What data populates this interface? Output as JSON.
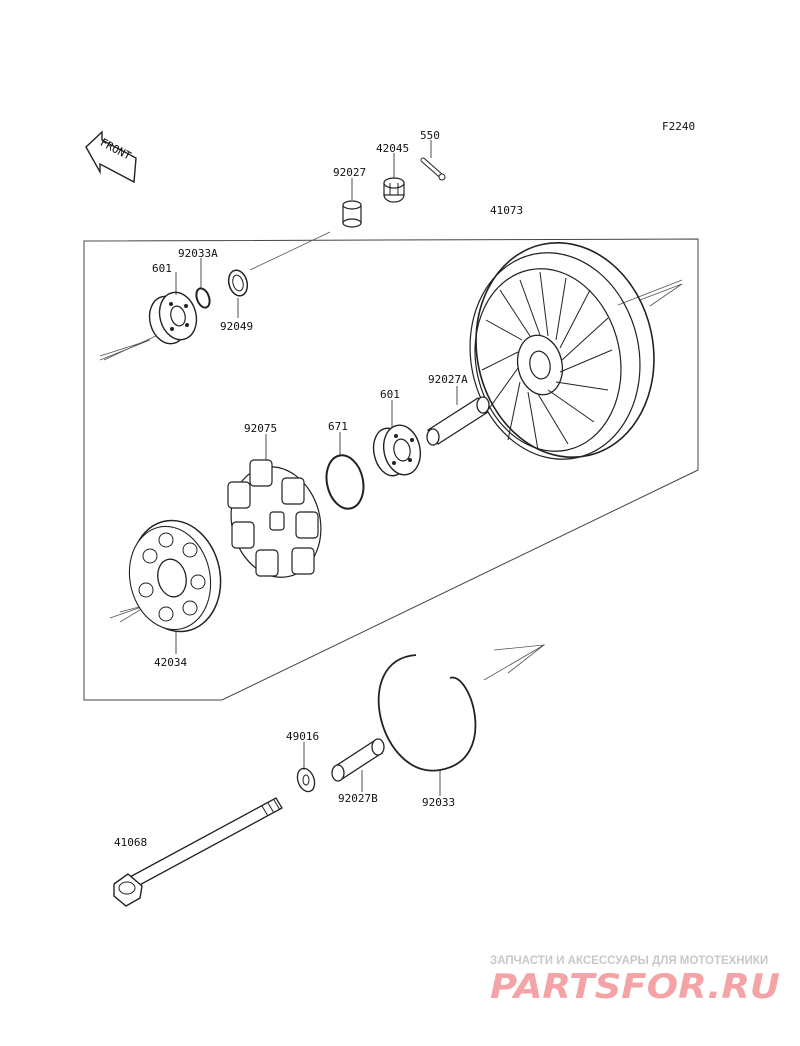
{
  "diagram": {
    "code": "F2240",
    "front_arrow": "FRONT",
    "parts": {
      "p550": "550",
      "p42045": "42045",
      "p92027": "92027",
      "p41073": "41073",
      "p92033A": "92033A",
      "p601_top": "601",
      "p92049": "92049",
      "p92027A": "92027A",
      "p601_mid": "601",
      "p92075": "92075",
      "p671": "671",
      "p42034": "42034",
      "p49016": "49016",
      "p92027B": "92027B",
      "p92033": "92033",
      "p41068": "41068"
    }
  },
  "watermark": {
    "tagline": "ЗАПЧАСТИ И АКСЕССУАРЫ ДЛЯ МОТОТЕХНИКИ",
    "brand": "PARTSFOR.RU"
  }
}
